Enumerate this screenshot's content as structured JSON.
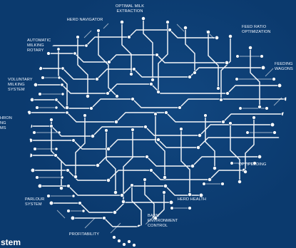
{
  "diagram": {
    "labels": {
      "optimal_milk_extraction": "OPTIMAL MILK\nEXTRACTION",
      "herd_navigator": "HERD NAVIGATOR",
      "feed_ratio_optimization": "FEED RATIO\nOPTIMIZATION",
      "automatic_milking_rotary": "AUTOMATIC\nMILKING\nROTARY",
      "feeding_wagons": "FEEDING\nWAGONS",
      "voluntary_milking_system": "VOLUNTARY\nMILKING\nSYSTEM",
      "cropped_system_label": "HRON\nNG\nMS",
      "optifeeding": "OPTIFEEDING",
      "parlour_system": "PARLOUR\nSYSTEM",
      "herd_health": "HERD HEALTH",
      "barn_environment_control": "BARN\nENVIRONMENT\nCONTROL",
      "profitability": "PROFITABILITY"
    },
    "footer_fragment": "stem"
  },
  "colors": {
    "background": "#0b3a6e",
    "circuit": "#ffffff",
    "label": "#f2f7ff"
  }
}
